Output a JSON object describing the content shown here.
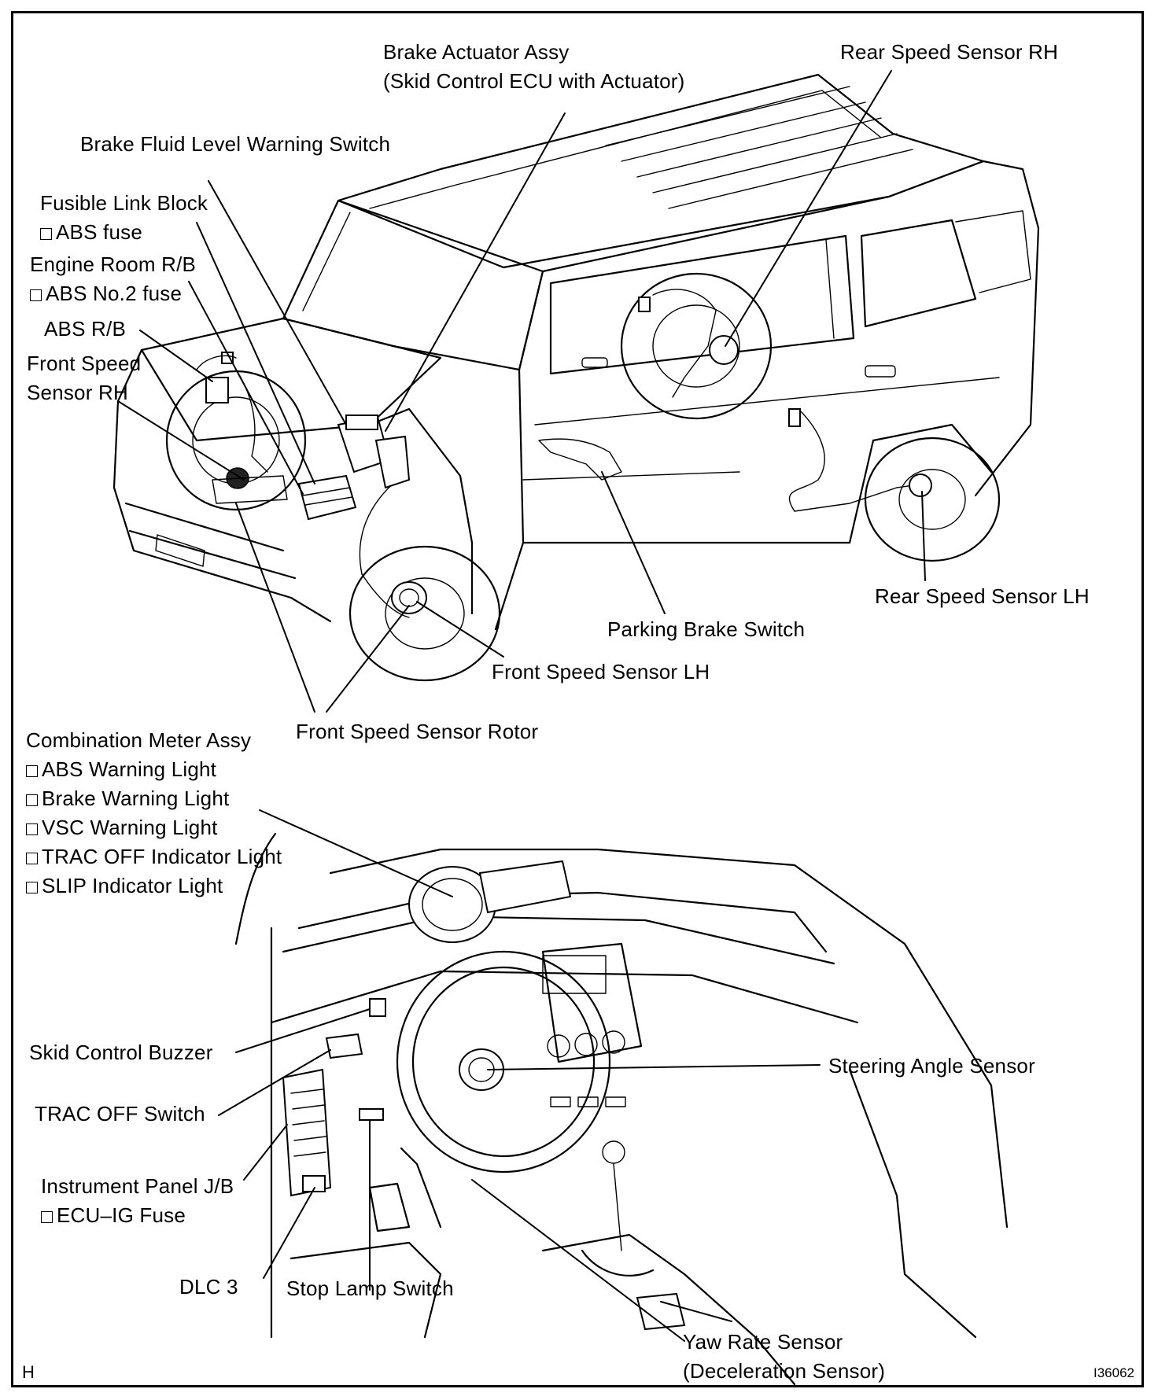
{
  "labels": {
    "brake_actuator": [
      "Brake Actuator Assy",
      "(Skid Control ECU with Actuator)"
    ],
    "rear_speed_sensor_rh": "Rear Speed Sensor RH",
    "brake_fluid_switch": "Brake Fluid Level Warning Switch",
    "fusible_link": [
      "Fusible Link Block",
      "ABS fuse"
    ],
    "engine_room_rb": [
      "Engine Room R/B",
      "ABS No.2 fuse"
    ],
    "abs_rb": "ABS R/B",
    "front_speed_sensor_rh": [
      "Front Speed",
      "Sensor RH"
    ],
    "rear_speed_sensor_lh": "Rear Speed Sensor LH",
    "parking_brake_switch": "Parking Brake Switch",
    "front_speed_sensor_lh": "Front Speed Sensor LH",
    "front_speed_sensor_rotor": "Front Speed Sensor Rotor",
    "combination_meter": [
      "Combination Meter Assy",
      "ABS Warning Light",
      "Brake Warning Light",
      "VSC Warning Light",
      "TRAC OFF Indicator Light",
      "SLIP Indicator Light"
    ],
    "skid_control_buzzer": "Skid Control Buzzer",
    "steering_angle_sensor": "Steering Angle Sensor",
    "trac_off_switch": "TRAC OFF Switch",
    "instrument_panel_jb": [
      "Instrument Panel J/B",
      "ECU–IG Fuse"
    ],
    "dlc3": "DLC 3",
    "stop_lamp_switch": "Stop Lamp Switch",
    "yaw_rate_sensor": [
      "Yaw Rate Sensor",
      "(Deceleration Sensor)"
    ]
  },
  "footer": {
    "left_letter": "H",
    "figure_code": "I36062"
  }
}
